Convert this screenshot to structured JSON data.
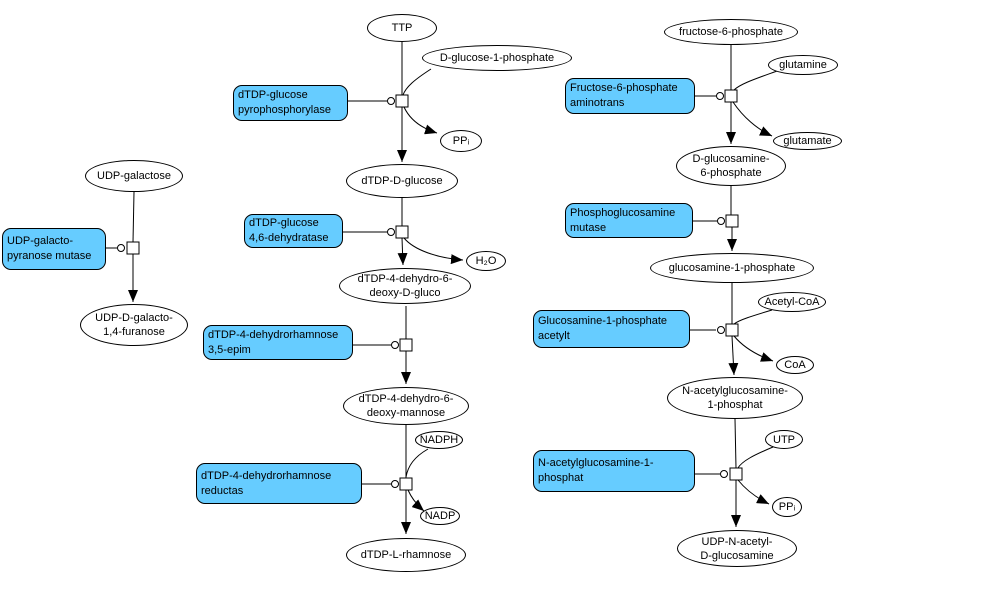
{
  "colors": {
    "enzyme_fill": "#66CCFF",
    "metabolite_fill": "#FFFFFF",
    "line": "#000000",
    "background": "#FFFFFF"
  },
  "metabolites": {
    "udp_galactose": {
      "label": "UDP-galactose"
    },
    "udp_d_galacto_14_furanose": {
      "label": "UDP-D-galacto-\n1,4-furanose"
    },
    "ttp": {
      "label": "TTP"
    },
    "d_glucose_1_phosphate": {
      "label": "D-glucose-1-phosphate"
    },
    "pp_i_mid": {
      "label": "PPᵢ"
    },
    "dtdp_d_glucose": {
      "label": "dTDP-D-glucose"
    },
    "h2o": {
      "label": "H₂O"
    },
    "dtdp_4_dehydro_6_deoxy_d_gluco": {
      "label": "dTDP-4-dehydro-6-\ndeoxy-D-gluco"
    },
    "dtdp_4_dehydro_6_deoxy_mannose": {
      "label": "dTDP-4-dehydro-6-\ndeoxy-mannose"
    },
    "nadph": {
      "label": "NADPH"
    },
    "nadp": {
      "label": "NADP"
    },
    "dtdp_l_rhamnose": {
      "label": "dTDP-L-rhamnose"
    },
    "fructose_6_phosphate": {
      "label": "fructose-6-phosphate"
    },
    "glutamine": {
      "label": "glutamine"
    },
    "glutamate": {
      "label": "glutamate"
    },
    "d_glucosamine_6_phosphate": {
      "label": "D-glucosamine-\n6-phosphate"
    },
    "glucosamine_1_phosphate": {
      "label": "glucosamine-1-phosphate"
    },
    "acetyl_coa": {
      "label": "Acetyl-CoA"
    },
    "coa": {
      "label": "CoA"
    },
    "n_acetylglucosamine_1_phosphat": {
      "label": "N-acetylglucosamine-\n1-phosphat"
    },
    "utp": {
      "label": "UTP"
    },
    "pp_i_right": {
      "label": "PPᵢ"
    },
    "udp_n_acetyl_d_glucosamine": {
      "label": "UDP-N-acetyl-\nD-glucosamine"
    }
  },
  "enzymes": {
    "udp_galacto_pyranose_mutase": {
      "label": "UDP-galacto-\npyranose mutase"
    },
    "dtdp_glucose_pyrophosphorylase": {
      "label": "dTDP-glucose\npyrophosphorylase"
    },
    "dtdp_glucose_46_dehydratase": {
      "label": "dTDP-glucose\n4,6-dehydratase"
    },
    "dtdp_4_dehydrorhamnose_35_epim": {
      "label": "dTDP-4-dehydrorhamnose\n3,5-epim"
    },
    "dtdp_4_dehydrorhamnose_reductas": {
      "label": "dTDP-4-dehydrorhamnose\nreductas"
    },
    "fructose_6_phosphate_aminotrans": {
      "label": "Fructose-6-phosphate\naminotrans"
    },
    "phosphoglucosamine_mutase": {
      "label": "Phosphoglucosamine\nmutase"
    },
    "glucosamine_1_phosphate_acetylt": {
      "label": "Glucosamine-1-phosphate\nacetylt"
    },
    "n_acetylglucosamine_1_phosphat_enz": {
      "label": "N-acetylglucosamine-1-\nphosphat"
    }
  }
}
